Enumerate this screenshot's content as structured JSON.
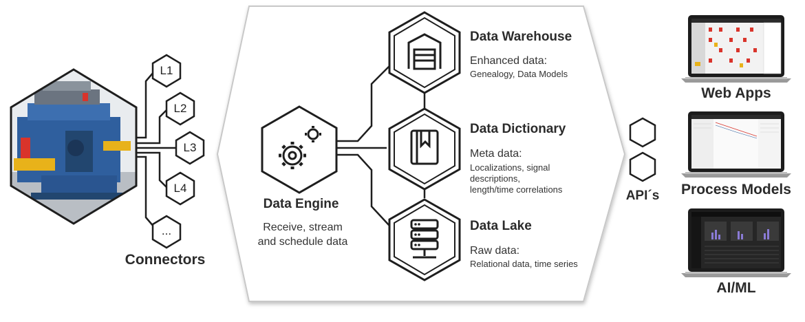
{
  "connectors": {
    "title": "Connectors",
    "levels": [
      "L1",
      "L2",
      "L3",
      "L4",
      "..."
    ]
  },
  "engine": {
    "title": "Data Engine",
    "description_line1": "Receive, stream",
    "description_line2": "and schedule data"
  },
  "stores": {
    "warehouse": {
      "title": "Data Warehouse",
      "subtitle": "Enhanced data:",
      "detail": "Genealogy, Data Models"
    },
    "dictionary": {
      "title": "Data Dictionary",
      "subtitle": "Meta data:",
      "detail_line1": "Localizations, signal",
      "detail_line2": "descriptions,",
      "detail_line3": "length/time correlations"
    },
    "lake": {
      "title": "Data Lake",
      "subtitle": "Raw data:",
      "detail": "Relational data, time series"
    }
  },
  "api": {
    "title": "API´s"
  },
  "outputs": {
    "web_apps": "Web Apps",
    "process_models": "Process Models",
    "ai_ml": "AI/ML"
  },
  "colors": {
    "outline": "#1e1e1e",
    "panel_border": "#c8c8c8",
    "machine_blue": "#2f5f9e",
    "accent_red": "#d9342b",
    "accent_yellow": "#e8b21a"
  }
}
